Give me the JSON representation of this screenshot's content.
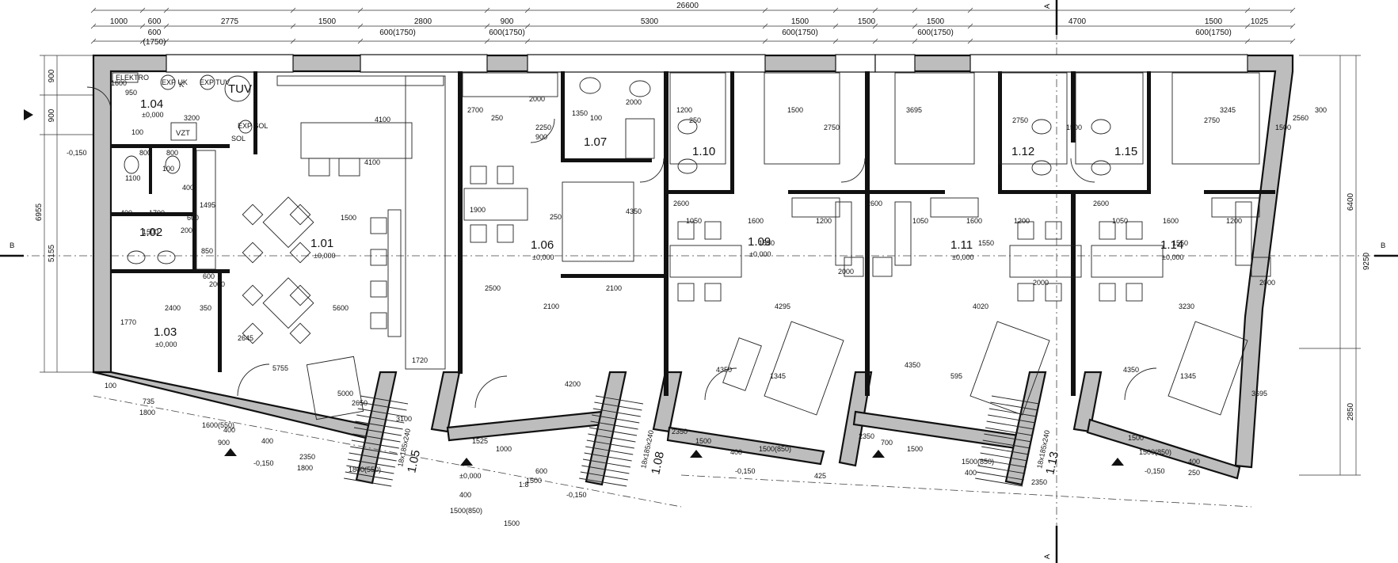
{
  "dims": {
    "overall": "26600",
    "top": [
      "1000",
      "600",
      "2775",
      "1500",
      "2800",
      "900",
      "5300",
      "1500",
      "1500",
      "1500",
      "4700",
      "1500",
      "1025"
    ],
    "door_marks": [
      "600\n(1750)",
      "600(1750)",
      "600(1750)",
      "600(1750)",
      "600(1750)",
      "600(1750)"
    ],
    "left": [
      "900",
      "900",
      "6955",
      "5155"
    ],
    "right": [
      "6400",
      "9250",
      "2850"
    ]
  },
  "section_marks": {
    "a": "A",
    "b": "B"
  },
  "rooms": [
    {
      "id": "1.01",
      "level": "±0,000"
    },
    {
      "id": "1.02",
      "level": ""
    },
    {
      "id": "1.03",
      "level": "±0,000"
    },
    {
      "id": "1.04",
      "level": "±0,000"
    },
    {
      "id": "1.05",
      "level": ""
    },
    {
      "id": "1.06",
      "level": "±0,000"
    },
    {
      "id": "1.07",
      "level": ""
    },
    {
      "id": "1.08",
      "level": ""
    },
    {
      "id": "1.09",
      "level": "±0,000"
    },
    {
      "id": "1.10",
      "level": ""
    },
    {
      "id": "1.11",
      "level": "±0,000"
    },
    {
      "id": "1.12",
      "level": ""
    },
    {
      "id": "1.13",
      "level": ""
    },
    {
      "id": "1.14",
      "level": "±0,000"
    },
    {
      "id": "1.15",
      "level": ""
    }
  ],
  "labels": {
    "tech": [
      "ELEKTRO",
      "EXP UK",
      "K",
      "EXP TUV",
      "TUV",
      "EXP SOL",
      "SOL",
      "VZT"
    ],
    "stair": "18x185x240",
    "slope": "1:8",
    "outside_levels": [
      "-0,150",
      "-0,150",
      "-0,150",
      "-0,150",
      "-0,150"
    ],
    "entry_level": "±0,000",
    "inner": [
      "1600",
      "950",
      "3200",
      "100",
      "800",
      "800",
      "100",
      "400",
      "1100",
      "400",
      "1700",
      "600",
      "2000",
      "1500",
      "850",
      "600",
      "2000",
      "350",
      "2400",
      "1770",
      "2645",
      "5755",
      "4100",
      "4100",
      "1500",
      "5600",
      "5000",
      "2650",
      "1720",
      "1495",
      "2700",
      "250",
      "2250",
      "900",
      "2000",
      "1350",
      "100",
      "2000",
      "1900",
      "250",
      "4350",
      "2500",
      "2100",
      "2100",
      "4200",
      "3100",
      "1525",
      "1000",
      "600",
      "1500",
      "1500(850)",
      "1500",
      "1200",
      "250",
      "1500",
      "2750",
      "2600",
      "1050",
      "1600",
      "1200",
      "1550",
      "2000",
      "4295",
      "4350",
      "1345",
      "3695",
      "2750",
      "1500",
      "2600",
      "1050",
      "1600",
      "1200",
      "1550",
      "2000",
      "4020",
      "4350",
      "595",
      "3245",
      "2750",
      "1500",
      "2600",
      "1050",
      "1600",
      "1200",
      "1550",
      "2000",
      "3230",
      "4350",
      "1345",
      "3695",
      "2560",
      "300",
      "100",
      "735",
      "1800",
      "1600(550)",
      "400",
      "900",
      "400",
      "2350",
      "1800",
      "1800(550)",
      "400",
      "2350",
      "1500",
      "1500(850)",
      "400",
      "425",
      "2350",
      "700",
      "1500",
      "1500(850)",
      "400",
      "2350",
      "1500",
      "1500(850)",
      "400",
      "250"
    ]
  }
}
